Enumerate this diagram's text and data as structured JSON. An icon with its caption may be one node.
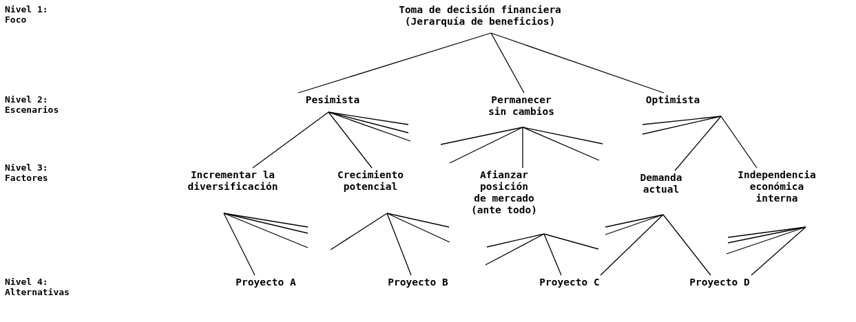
{
  "diagram": {
    "nodes": [
      {
        "text": [
          "Toma de decisión financiera (Jerarquía de beneficios)"
        ]
      },
      {
        "text": [
          "Pesimista"
        ]
      },
      {
        "text": [
          "Permanecer sin cambios"
        ]
      },
      {
        "text": [
          "Optimista"
        ]
      },
      {
        "text": [
          "Incrementar la diversificación"
        ]
      },
      {
        "text": [
          "Crecimiento potencial"
        ]
      },
      {
        "text": [
          "Afianzar posición de mercado (ante todo)"
        ]
      },
      {
        "text": [
          "Demanda actual"
        ]
      },
      {
        "text": [
          "Independencia económica interna"
        ]
      },
      {
        "text": [
          "Proyecto A"
        ]
      },
      {
        "text": [
          "Proyecto B"
        ]
      },
      {
        "text": [
          "Proyecto C"
        ]
      },
      {
        "text": [
          "Proyecto D"
        ]
      }
    ],
    "edges": [
      {
        "from": 0,
        "to": 1,
        "arrow": "none"
      },
      {
        "from": 0,
        "to": 2,
        "arrow": "none"
      },
      {
        "from": 0,
        "to": 3,
        "arrow": "none"
      },
      {
        "from": 1,
        "to": 4,
        "arrow": "none"
      },
      {
        "from": 1,
        "to": 5,
        "arrow": "none"
      },
      {
        "from": 1,
        "to": null,
        "arrow": "none"
      },
      {
        "from": 1,
        "to": null,
        "arrow": "none"
      },
      {
        "from": 1,
        "to": null,
        "arrow": "none"
      },
      {
        "from": 2,
        "to": null,
        "arrow": "none"
      },
      {
        "from": 2,
        "to": null,
        "arrow": "none"
      },
      {
        "from": 2,
        "to": 6,
        "arrow": "none"
      },
      {
        "from": 2,
        "to": null,
        "arrow": "none"
      },
      {
        "from": 2,
        "to": null,
        "arrow": "none"
      },
      {
        "from": 3,
        "to": null,
        "arrow": "none"
      },
      {
        "from": 3,
        "to": null,
        "arrow": "none"
      },
      {
        "from": 3,
        "to": 7,
        "arrow": "none"
      },
      {
        "from": 3,
        "to": 8,
        "arrow": "none"
      },
      {
        "from": 4,
        "to": 9,
        "arrow": "none"
      },
      {
        "from": 4,
        "to": null,
        "arrow": "none"
      },
      {
        "from": 4,
        "to": null,
        "arrow": "none"
      },
      {
        "from": 4,
        "to": null,
        "arrow": "none"
      },
      {
        "from": 5,
        "to": null,
        "arrow": "none"
      },
      {
        "from": 5,
        "to": 10,
        "arrow": "none"
      },
      {
        "from": 5,
        "to": null,
        "arrow": "none"
      },
      {
        "from": 5,
        "to": null,
        "arrow": "none"
      },
      {
        "from": 6,
        "to": null,
        "arrow": "none"
      },
      {
        "from": 6,
        "to": null,
        "arrow": "none"
      },
      {
        "from": 6,
        "to": 11,
        "arrow": "none"
      },
      {
        "from": 6,
        "to": null,
        "arrow": "none"
      },
      {
        "from": 7,
        "to": null,
        "arrow": "none"
      },
      {
        "from": 7,
        "to": null,
        "arrow": "none"
      },
      {
        "from": 7,
        "to": 11,
        "arrow": "none"
      },
      {
        "from": 7,
        "to": 12,
        "arrow": "none"
      },
      {
        "from": 8,
        "to": null,
        "arrow": "none"
      },
      {
        "from": 8,
        "to": null,
        "arrow": "none"
      },
      {
        "from": 8,
        "to": null,
        "arrow": "none"
      },
      {
        "from": 8,
        "to": 12,
        "arrow": "none"
      }
    ],
    "labels": [
      "Nivel 1:",
      "Foco",
      "Nivel 2:",
      "Escenarios",
      "Nivel 3:",
      "Factores",
      "Nivel 4:",
      "Alternativas"
    ]
  }
}
